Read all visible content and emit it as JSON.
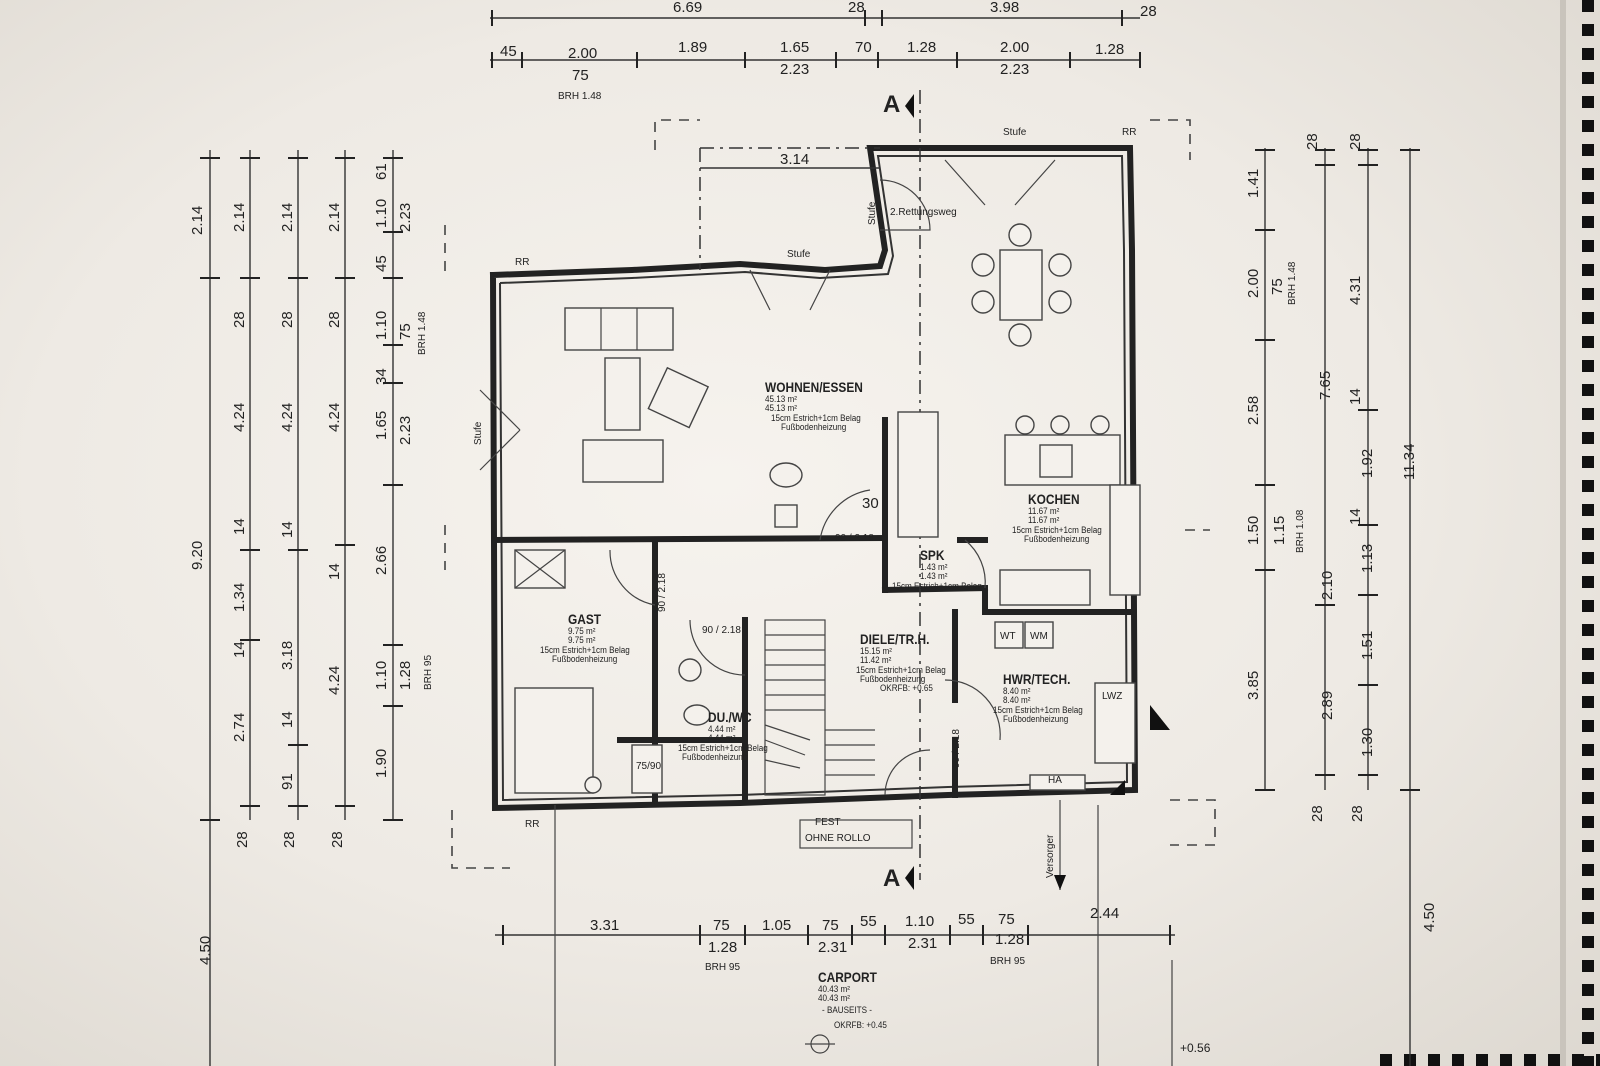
{
  "rooms": {
    "wohnen": {
      "name": "WOHNEN/ESSEN",
      "a1": "45.13 m²",
      "a2": "45.13 m²",
      "f1": "15cm Estrich+1cm Belag",
      "f2": "Fußbodenheizung"
    },
    "kochen": {
      "name": "KOCHEN",
      "a1": "11.67 m²",
      "a2": "11.67 m²",
      "f1": "15cm Estrich+1cm Belag",
      "f2": "Fußbodenheizung"
    },
    "gast": {
      "name": "GAST",
      "a1": "9.75 m²",
      "a2": "9.75 m²",
      "f1": "15cm Estrich+1cm Belag",
      "f2": "Fußbodenheizung"
    },
    "spk": {
      "name": "SPK",
      "a1": "1.43 m²",
      "a2": "1.43 m²",
      "f1": "15cm Estrich+1cm Belag"
    },
    "diele": {
      "name": "DIELE/TR.H.",
      "a1": "15.15 m²",
      "a2": "11.42 m²",
      "f1": "15cm Estrich+1cm Belag",
      "f2": "Fußbodenheizung",
      "okrfb": "OKRFB: +0.65"
    },
    "duwc": {
      "name": "DU./WC",
      "a1": "4.44 m²",
      "a2": "4.44 m²",
      "f1": "15cm Estrich+1cm Belag",
      "f2": "Fußbodenheizung"
    },
    "hwr": {
      "name": "HWR/TECH.",
      "a1": "8.40 m²",
      "a2": "8.40 m²",
      "f1": "15cm Estrich+1cm Belag",
      "f2": "Fußbodenheizung"
    },
    "carport": {
      "name": "CARPORT",
      "a1": "40.43 m²",
      "a2": "40.43 m²",
      "note": "- BAUSEITS -",
      "okrfb": "OKRFB: +0.45"
    }
  },
  "labels": {
    "stufe": "Stufe",
    "rettungsweg": "2.Rettungsweg",
    "rr": "RR",
    "section": "A",
    "brh148": "BRH 1.48",
    "brh108": "BRH 1.08",
    "brh95": "BRH 95",
    "lwz": "LWZ",
    "wt": "WT",
    "wm": "WM",
    "ha": "HA",
    "versorger": "Versorger",
    "fest": "FEST",
    "ohne_rollo": "OHNE ROLLO",
    "shower": "75/90",
    "door_90": "90 / 2.18",
    "door_30": "30",
    "level": "+0.56"
  },
  "dims_top": {
    "row1": [
      "6.69",
      "28",
      "3.98",
      "28"
    ],
    "row2": [
      "45",
      "2.00",
      "1.89",
      "1.65",
      "70",
      "1.28",
      "2.00",
      "1.28"
    ],
    "row3": [
      "75",
      "2.23",
      "2.23"
    ],
    "inner": "3.14"
  },
  "dims_left": {
    "a": [
      "2.14",
      "28",
      "4.24",
      "14",
      "1.34",
      "14",
      "2.74",
      "28"
    ],
    "b": [
      "2.14",
      "28",
      "4.24",
      "14",
      "3.18",
      "14",
      "91",
      "28"
    ],
    "c": [
      "2.14",
      "28",
      "4.24",
      "14",
      "4.24",
      "28"
    ],
    "d": [
      "61",
      "1.10",
      "45",
      "1.10",
      "34",
      "1.65",
      "2.66",
      "1.10",
      "1.90"
    ],
    "e": [
      "2.23",
      "75",
      "2.23",
      "1.28"
    ],
    "total": "9.20",
    "carport": "4.50"
  },
  "dims_right": {
    "a": [
      "1.41",
      "2.00",
      "2.58",
      "1.50",
      "3.85"
    ],
    "b": [
      "75",
      "1.15"
    ],
    "c": [
      "28",
      "7.65",
      "2.10",
      "2.89",
      "28"
    ],
    "d": [
      "28",
      "4.31",
      "14",
      "1.92",
      "14",
      "1.13",
      "1.51",
      "1.30",
      "28"
    ],
    "total": "11.34",
    "carport": "4.50"
  },
  "dims_bottom": {
    "row1": [
      "3.31",
      "75",
      "1.05",
      "75",
      "55",
      "1.10",
      "55",
      "75",
      "2.44"
    ],
    "row2": [
      "1.28",
      "2.31",
      "2.31",
      "1.28"
    ]
  }
}
